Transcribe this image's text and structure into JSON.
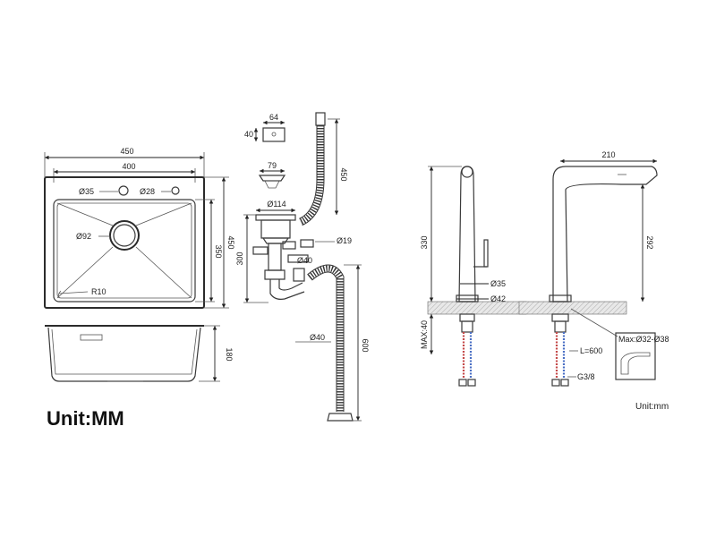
{
  "sink_top": {
    "width_outer": "450",
    "width_inner": "400",
    "depth_outer": "450",
    "depth_inner": "350",
    "hole1": "Ø35",
    "hole2": "Ø28",
    "drain": "Ø92",
    "radius": "R10"
  },
  "sink_side": {
    "height": "180"
  },
  "unit_main": "Unit:MM",
  "drain_kit": {
    "overflow_w": "64",
    "overflow_h": "40",
    "strainer_w": "79",
    "hose_len": "450",
    "basket": "Ø114",
    "hose_small": "Ø19",
    "pipe_height": "300",
    "pipe": "Ø40",
    "outlet": "Ø40",
    "outlet_len": "600"
  },
  "faucet_front": {
    "height": "330",
    "stem": "Ø35",
    "base": "Ø42",
    "max_thickness": "MAX:40"
  },
  "faucet_side": {
    "reach": "210",
    "spout_height": "292",
    "hose_length": "L=600",
    "thread": "G3/8",
    "detail": "Max:Ø32-Ø38"
  },
  "unit_faucet": "Unit:mm"
}
